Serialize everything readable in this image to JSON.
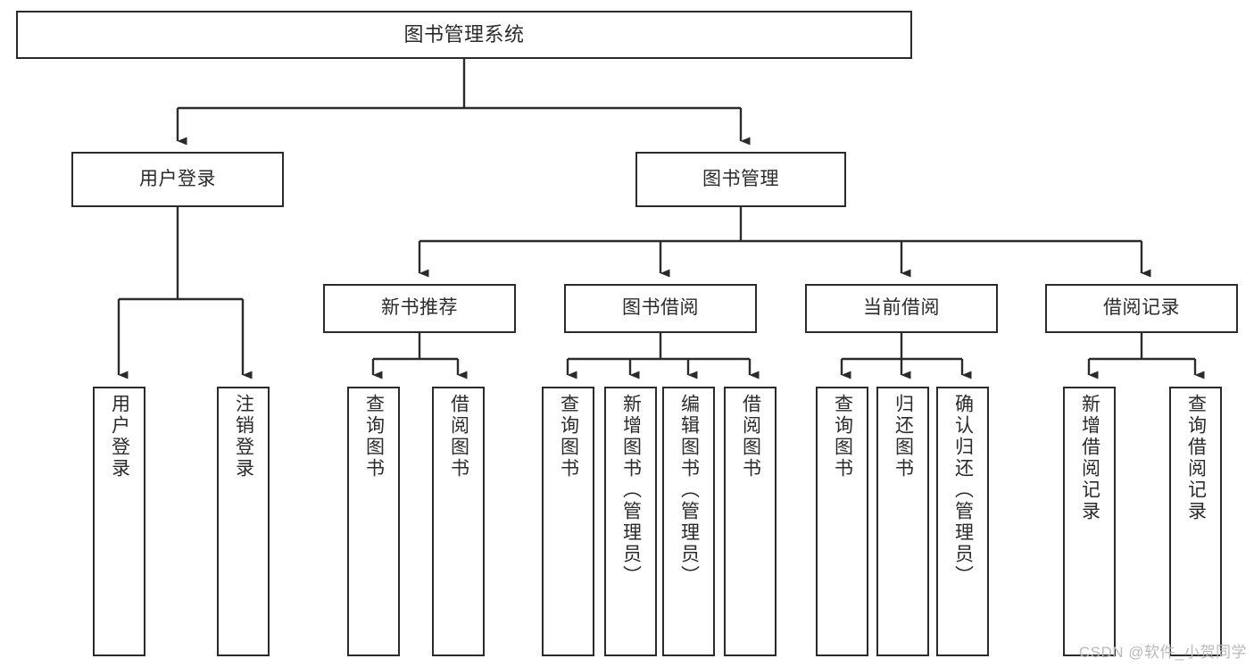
{
  "diagram": {
    "type": "tree",
    "title": "图书管理系统",
    "root": {
      "label": "图书管理系统"
    },
    "level2": [
      {
        "label": "用户登录"
      },
      {
        "label": "图书管理"
      }
    ],
    "level3": [
      {
        "label": "新书推荐"
      },
      {
        "label": "图书借阅"
      },
      {
        "label": "当前借阅"
      },
      {
        "label": "借阅记录"
      }
    ],
    "leaves": {
      "user_login": [
        {
          "label": "用户登录"
        },
        {
          "label": "注销登录"
        }
      ],
      "new_book_recommend": [
        {
          "label": "查询图书"
        },
        {
          "label": "借阅图书"
        }
      ],
      "book_borrow": [
        {
          "label": "查询图书"
        },
        {
          "label": "新增图书（管理员）"
        },
        {
          "label": "编辑图书（管理员）"
        },
        {
          "label": "借阅图书"
        }
      ],
      "current_borrow": [
        {
          "label": "查询图书"
        },
        {
          "label": "归还图书"
        },
        {
          "label": "确认归还（管理员）"
        }
      ],
      "borrow_record": [
        {
          "label": "新增借阅记录"
        },
        {
          "label": "查询借阅记录"
        }
      ]
    }
  },
  "watermark": {
    "text": "CSDN @软件_小贺同学"
  },
  "colors": {
    "stroke": "#2b2b2b",
    "background": "#ffffff",
    "text": "#2b2b2b",
    "watermark": "#b9b9b9"
  }
}
